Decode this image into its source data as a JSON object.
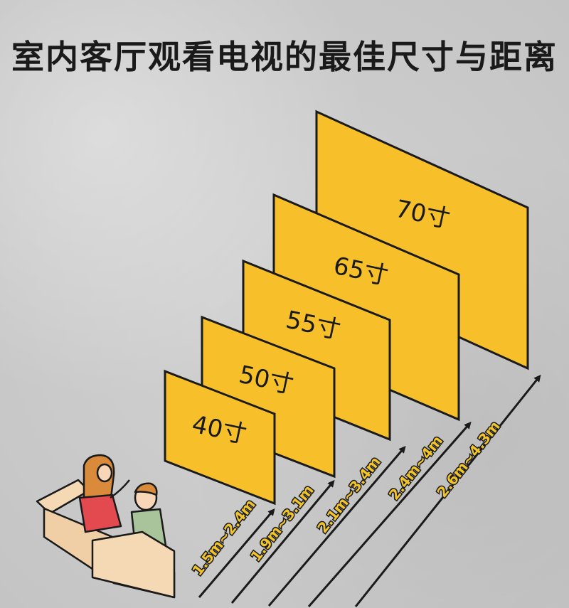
{
  "title": "室内客厅观看电视的最佳尺寸与距离",
  "colors": {
    "tv_fill": "#f7c02a",
    "tv_stroke": "#1a1a1a",
    "background": "#c9c9c9"
  },
  "tvs": [
    {
      "size": "40寸",
      "distance": "1.5m~2.4m"
    },
    {
      "size": "50寸",
      "distance": "1.9m~3.1m"
    },
    {
      "size": "55寸",
      "distance": "2.1m~3.4m"
    },
    {
      "size": "65寸",
      "distance": "2.4m~4m"
    },
    {
      "size": "70寸",
      "distance": "2.6m~4.3m"
    }
  ]
}
